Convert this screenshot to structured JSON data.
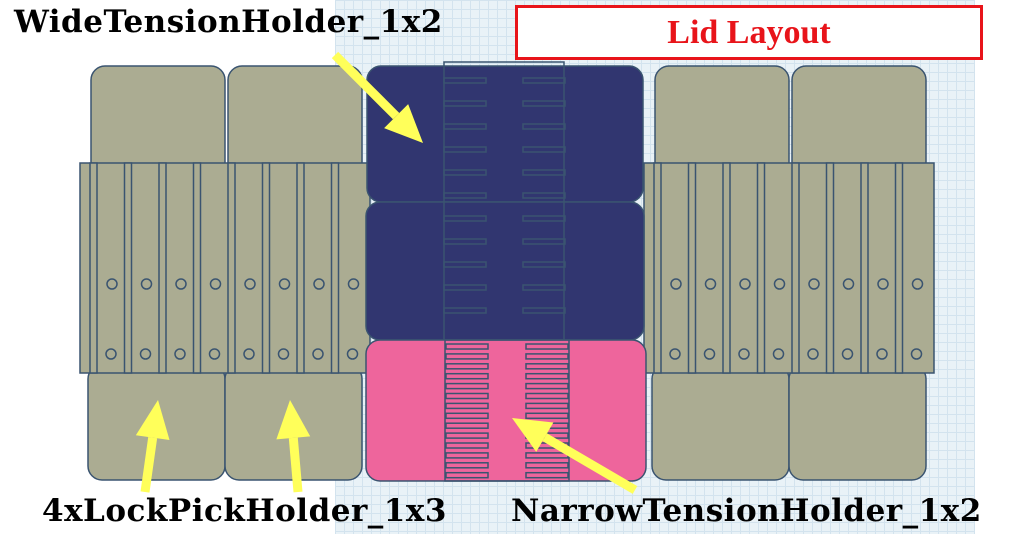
{
  "title": "Lid Layout",
  "labels": {
    "wide": "WideTensionHolder_1x2",
    "lockpick": "4xLockPickHolder_1x3",
    "narrow": "NarrowTensionHolder_1x2"
  },
  "colors": {
    "holder_khaki": "#abac92",
    "wide_navy": "#313670",
    "narrow_pink": "#ee659c",
    "outline": "#3a5470",
    "arrow": "#ffff5a",
    "title_red": "#e8141a"
  }
}
